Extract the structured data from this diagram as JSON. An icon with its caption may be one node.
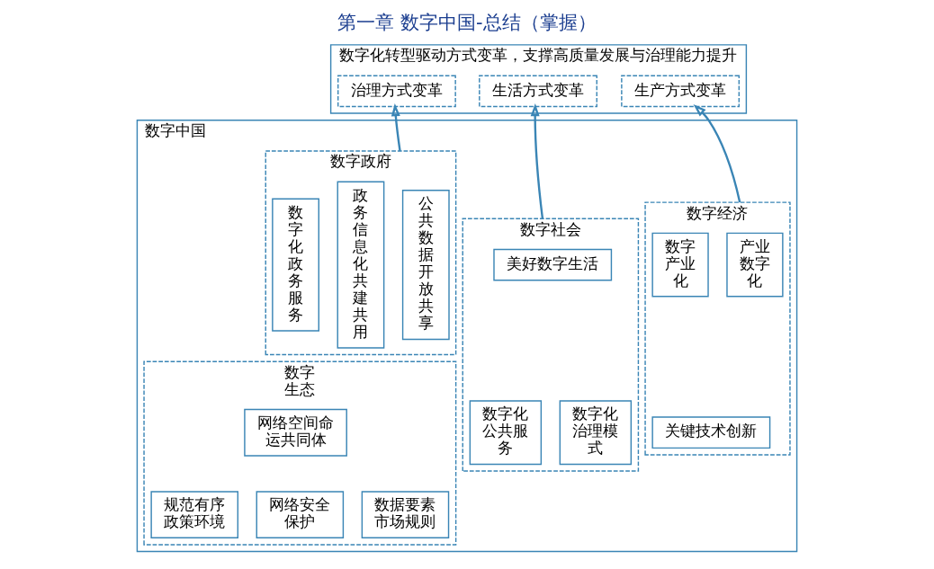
{
  "diagram": {
    "title": "第一章 数字中国-总结（掌握）",
    "nodes": [
      {
        "text": [
          "数字化转型驱动方式变革，支撑高质量发展与治理能力提升"
        ]
      },
      {
        "text": [
          "生产方式变革"
        ],
        "in": 0
      },
      {
        "text": [
          "生活方式变革"
        ],
        "in": 0
      },
      {
        "text": [
          "治理方式变革"
        ],
        "in": 0
      },
      {
        "text": [
          "数字中国"
        ]
      },
      {
        "text": [
          "数字经济"
        ],
        "in": 4
      },
      {
        "text": [
          "产业数字化"
        ],
        "in": 5
      },
      {
        "text": [
          "数字产业化"
        ],
        "in": 5
      },
      {
        "text": [
          "关键技术创新"
        ],
        "in": 5
      },
      {
        "text": [
          "数字社会"
        ],
        "in": 4
      },
      {
        "text": [
          "美好数字生活"
        ],
        "in": 9
      },
      {
        "text": [
          "数字化公共服务"
        ],
        "in": 9
      },
      {
        "text": [
          "数字化治理模式"
        ],
        "in": 9
      },
      {
        "text": [
          "数字政府"
        ],
        "in": 4
      },
      {
        "text": [
          "公共数据开放共享"
        ],
        "in": 13
      },
      {
        "text": [
          "政务信息化共建共用"
        ],
        "in": 13
      },
      {
        "text": [
          "数字化政务服务"
        ],
        "in": 13
      },
      {
        "text": [
          "数字生态"
        ],
        "in": 4
      },
      {
        "text": [
          "数据要素市场规则"
        ],
        "in": 17
      },
      {
        "text": [
          "规范有序政策环境"
        ],
        "in": 17
      },
      {
        "text": [
          "网络安全保护"
        ],
        "in": 17
      },
      {
        "text": [
          "网络空间命运共同体"
        ],
        "in": 17
      }
    ],
    "edges": [
      {
        "from": 5,
        "to": 1,
        "arrow": "to"
      },
      {
        "from": 9,
        "to": 2,
        "arrow": "to"
      },
      {
        "from": 13,
        "to": 3,
        "arrow": "to"
      }
    ]
  }
}
